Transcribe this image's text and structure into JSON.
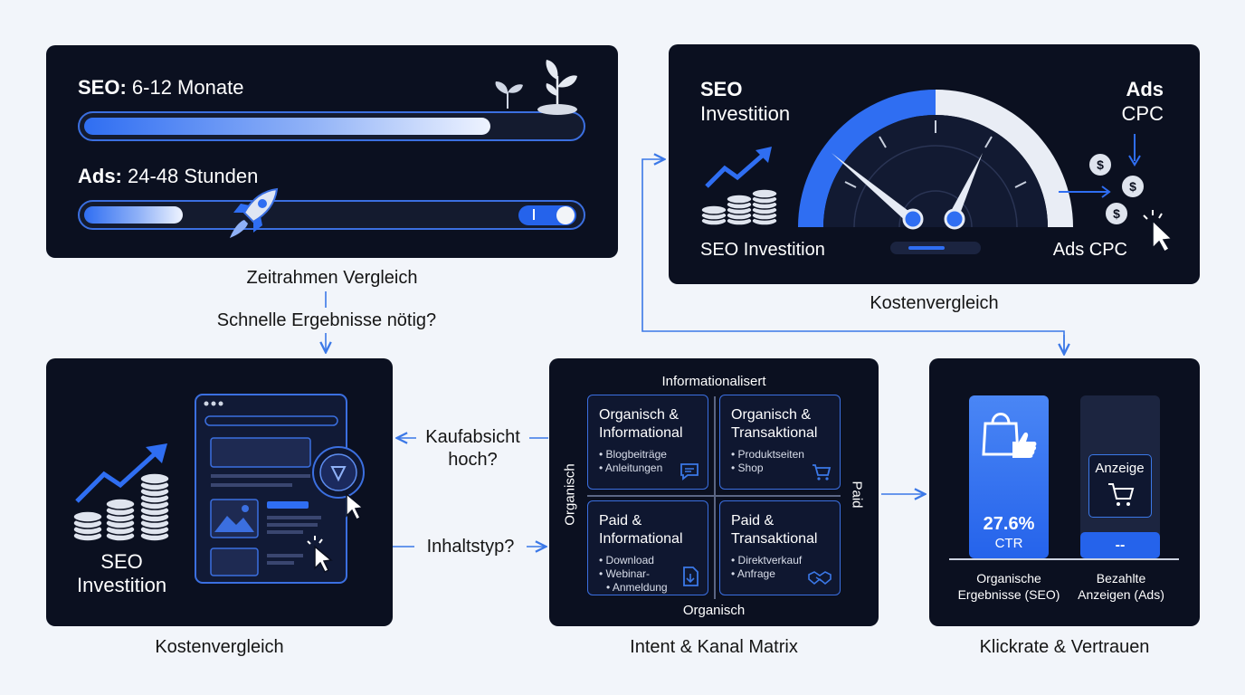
{
  "timeframe": {
    "seo_key": "SEO:",
    "seo_value": " 6-12 Monate",
    "seo_progress": 0.82,
    "ads_key": "Ads:",
    "ads_value": " 24-48 Stunden",
    "ads_progress": 0.2,
    "toggle_mark": "I",
    "caption": "Zeitrahmen Vergleich"
  },
  "flow": {
    "q1": "Schnelle Ergebnisse nötig?",
    "q2_line1": "Kaufabsicht",
    "q2_line2": "hoch?",
    "q3": "Inhaltstyp?"
  },
  "cost_gauge": {
    "seo_title": "SEO",
    "seo_sub": "Investition",
    "ads_title": "Ads",
    "ads_sub": "CPC",
    "seo_bottom": "SEO Investition",
    "ads_bottom": "Ads CPC",
    "caption": "Kostenvergleich"
  },
  "cost_left": {
    "seo_line1": "SEO",
    "seo_line2": "Investition",
    "caption": "Kostenvergleich"
  },
  "matrix": {
    "top_axis": "Informationalisert",
    "bottom_axis": "Organisch",
    "left_axis": "Organisch",
    "right_axis": "Paid",
    "caption": "Intent & Kanal Matrix",
    "cells": [
      {
        "title1": "Organisch &",
        "title2": "Informational",
        "items": [
          "Blogbeiträge",
          "Anleitungen"
        ]
      },
      {
        "title1": "Organisch &",
        "title2": "Transaktional",
        "items": [
          "Produktseiten",
          "Shop"
        ]
      },
      {
        "title1": "Paid &",
        "title2": "Informational",
        "items": [
          "Download",
          "Webinar-",
          "Anmeldung"
        ]
      },
      {
        "title1": "Paid &",
        "title2": "Transaktional",
        "items": [
          "Direktverkauf",
          "Anfrage"
        ]
      }
    ]
  },
  "ctr": {
    "organic_value": "27.6%",
    "organic_unit": "CTR",
    "paid_badge": "Anzeige",
    "paid_value": "--",
    "organic_label1": "Organische",
    "organic_label2": "Ergebnisse (SEO)",
    "paid_label1": "Bezahlte",
    "paid_label2": "Anzeigen (Ads)",
    "caption": "Klickrate & Vertrauen"
  },
  "colors": {
    "accent": "#2f6ef2",
    "panel": "#0b1020",
    "background": "#f2f5fa"
  }
}
